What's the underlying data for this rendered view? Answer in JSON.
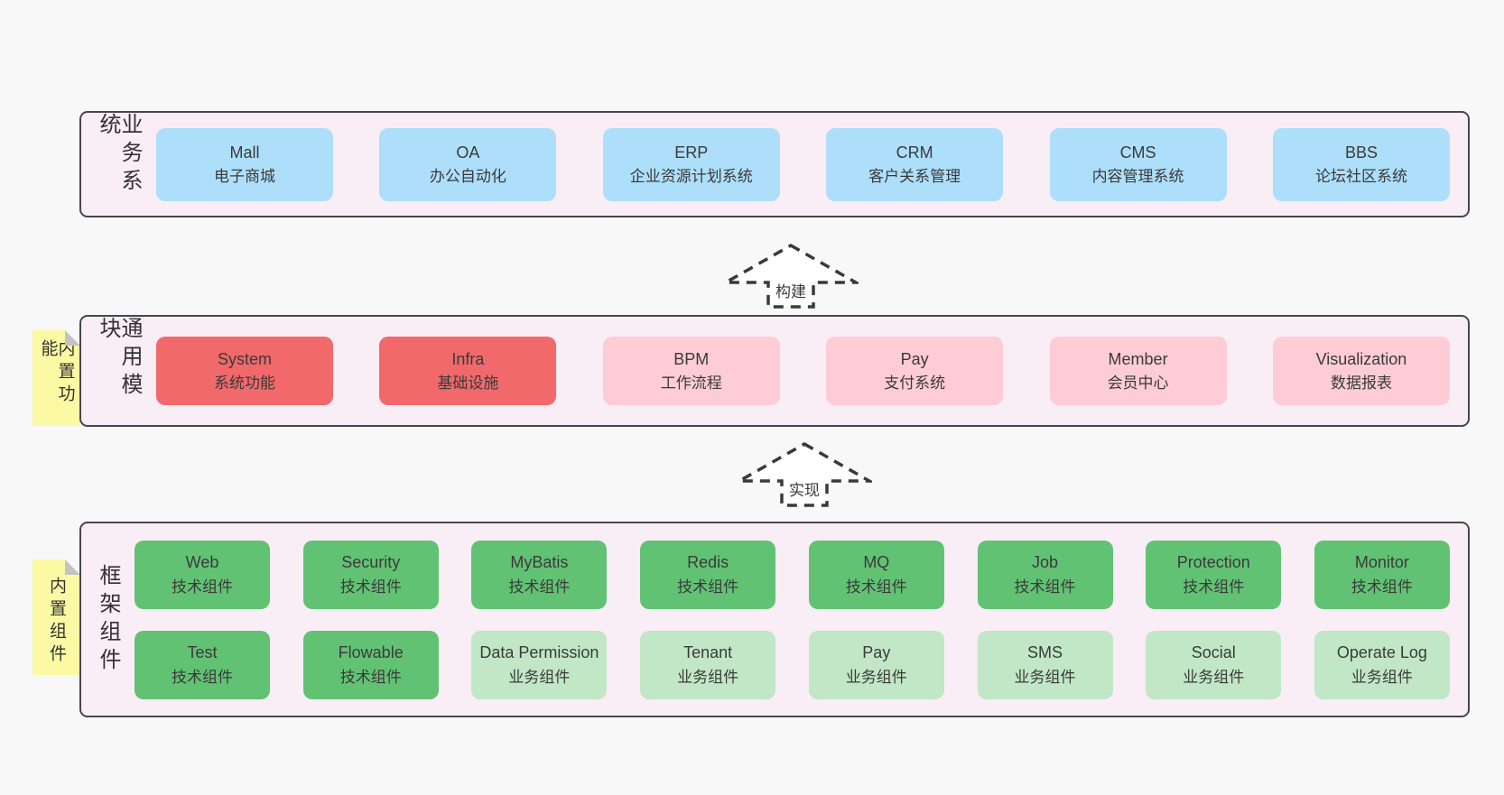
{
  "colors": {
    "page_bg": "#f8f8f8",
    "layer_bg": "#f9edf6",
    "layer_border": "#4a454d",
    "blue": "#aedffa",
    "red": "#f1696b",
    "pink": "#fdccd5",
    "green_dark": "#62c274",
    "green_light": "#c1e7c6",
    "sticky_yellow": "#fbf9a3",
    "sticky_fold": "#c3c3c3",
    "text": "#3a3a3a"
  },
  "arrows": [
    {
      "label": "构建"
    },
    {
      "label": "实现"
    }
  ],
  "notes": [
    {
      "label": "内置功能"
    },
    {
      "label": "内置组件"
    }
  ],
  "layers": [
    {
      "label": "业务系统",
      "rows": [
        {
          "boxes": [
            {
              "title": "Mall",
              "subtitle": "电子商城",
              "variant": "blue"
            },
            {
              "title": "OA",
              "subtitle": "办公自动化",
              "variant": "blue"
            },
            {
              "title": "ERP",
              "subtitle": "企业资源计划系统",
              "variant": "blue"
            },
            {
              "title": "CRM",
              "subtitle": "客户关系管理",
              "variant": "blue"
            },
            {
              "title": "CMS",
              "subtitle": "内容管理系统",
              "variant": "blue"
            },
            {
              "title": "BBS",
              "subtitle": "论坛社区系统",
              "variant": "blue"
            }
          ]
        }
      ]
    },
    {
      "label": "通用模块",
      "rows": [
        {
          "boxes": [
            {
              "title": "System",
              "subtitle": "系统功能",
              "variant": "red"
            },
            {
              "title": "Infra",
              "subtitle": "基础设施",
              "variant": "red"
            },
            {
              "title": "BPM",
              "subtitle": "工作流程",
              "variant": "pink"
            },
            {
              "title": "Pay",
              "subtitle": "支付系统",
              "variant": "pink"
            },
            {
              "title": "Member",
              "subtitle": "会员中心",
              "variant": "pink"
            },
            {
              "title": "Visualization",
              "subtitle": "数据报表",
              "variant": "pink"
            }
          ]
        }
      ]
    },
    {
      "label": "框架组件",
      "rows": [
        {
          "boxes": [
            {
              "title": "Web",
              "subtitle": "技术组件",
              "variant": "green"
            },
            {
              "title": "Security",
              "subtitle": "技术组件",
              "variant": "green"
            },
            {
              "title": "MyBatis",
              "subtitle": "技术组件",
              "variant": "green"
            },
            {
              "title": "Redis",
              "subtitle": "技术组件",
              "variant": "green"
            },
            {
              "title": "MQ",
              "subtitle": "技术组件",
              "variant": "green"
            },
            {
              "title": "Job",
              "subtitle": "技术组件",
              "variant": "green"
            },
            {
              "title": "Protection",
              "subtitle": "技术组件",
              "variant": "green"
            },
            {
              "title": "Monitor",
              "subtitle": "技术组件",
              "variant": "green"
            }
          ]
        },
        {
          "boxes": [
            {
              "title": "Test",
              "subtitle": "技术组件",
              "variant": "green"
            },
            {
              "title": "Flowable",
              "subtitle": "技术组件",
              "variant": "green"
            },
            {
              "title": "Data Permission",
              "subtitle": "业务组件",
              "variant": "green-light"
            },
            {
              "title": "Tenant",
              "subtitle": "业务组件",
              "variant": "green-light"
            },
            {
              "title": "Pay",
              "subtitle": "业务组件",
              "variant": "green-light"
            },
            {
              "title": "SMS",
              "subtitle": "业务组件",
              "variant": "green-light"
            },
            {
              "title": "Social",
              "subtitle": "业务组件",
              "variant": "green-light"
            },
            {
              "title": "Operate Log",
              "subtitle": "业务组件",
              "variant": "green-light"
            }
          ]
        }
      ]
    }
  ]
}
